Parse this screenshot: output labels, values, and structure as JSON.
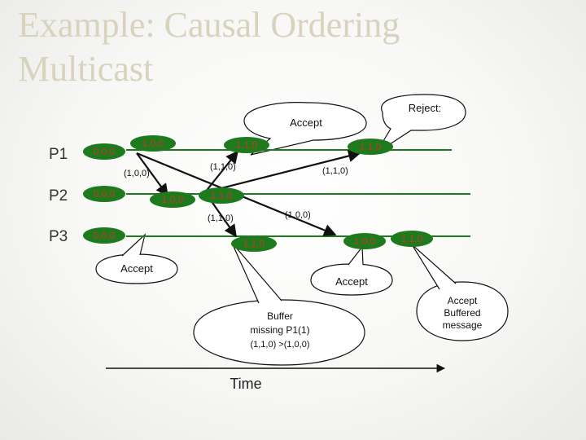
{
  "slide": {
    "title_line1": "Example: Causal Ordering",
    "title_line2": "Multicast"
  },
  "processes": [
    {
      "name": "P1",
      "initial_vector": "0,0,0"
    },
    {
      "name": "P2",
      "initial_vector": "0,0,0"
    },
    {
      "name": "P3",
      "initial_vector": "0,0,0"
    }
  ],
  "events": {
    "p1_send": "1,0,0",
    "p1_recv": "1,1,0",
    "p1_recv2": "1,1,0",
    "p2_recv": "1,0,0",
    "p2_send": "1,1,0",
    "p3_recv": "1,1,0",
    "p3_recv2": "1,0,0",
    "p3_recv3": "1,1,0"
  },
  "messages": {
    "m1_p1_to_p2": "(1,0,0)",
    "m2_p2_to_p1": "(1,1,0)",
    "m2_p2_to_p1_b": "(1,1,0)",
    "m2_p2_to_p3": "(1,1,0)",
    "m1_p1_to_p3": "(1,0,0)"
  },
  "callouts": {
    "accept_top": "Accept",
    "reject": "Reject:",
    "accept_left": "Accept",
    "accept_bottom": "Accept",
    "buffer_line1": "Buffer",
    "buffer_line2": "missing P1(1)",
    "buffer_line3": "(1,1,0) >(1,0,0)",
    "accept_buffered_line1": "Accept",
    "accept_buffered_line2": "Buffered",
    "accept_buffered_line3": "message"
  },
  "time_axis": {
    "label": "Time"
  },
  "colors": {
    "timeline": "#1f7a1f",
    "event_fill": "#1d7a1d",
    "event_text": "#c0392b",
    "arrow": "#111111",
    "title": "#d8d3bd"
  }
}
